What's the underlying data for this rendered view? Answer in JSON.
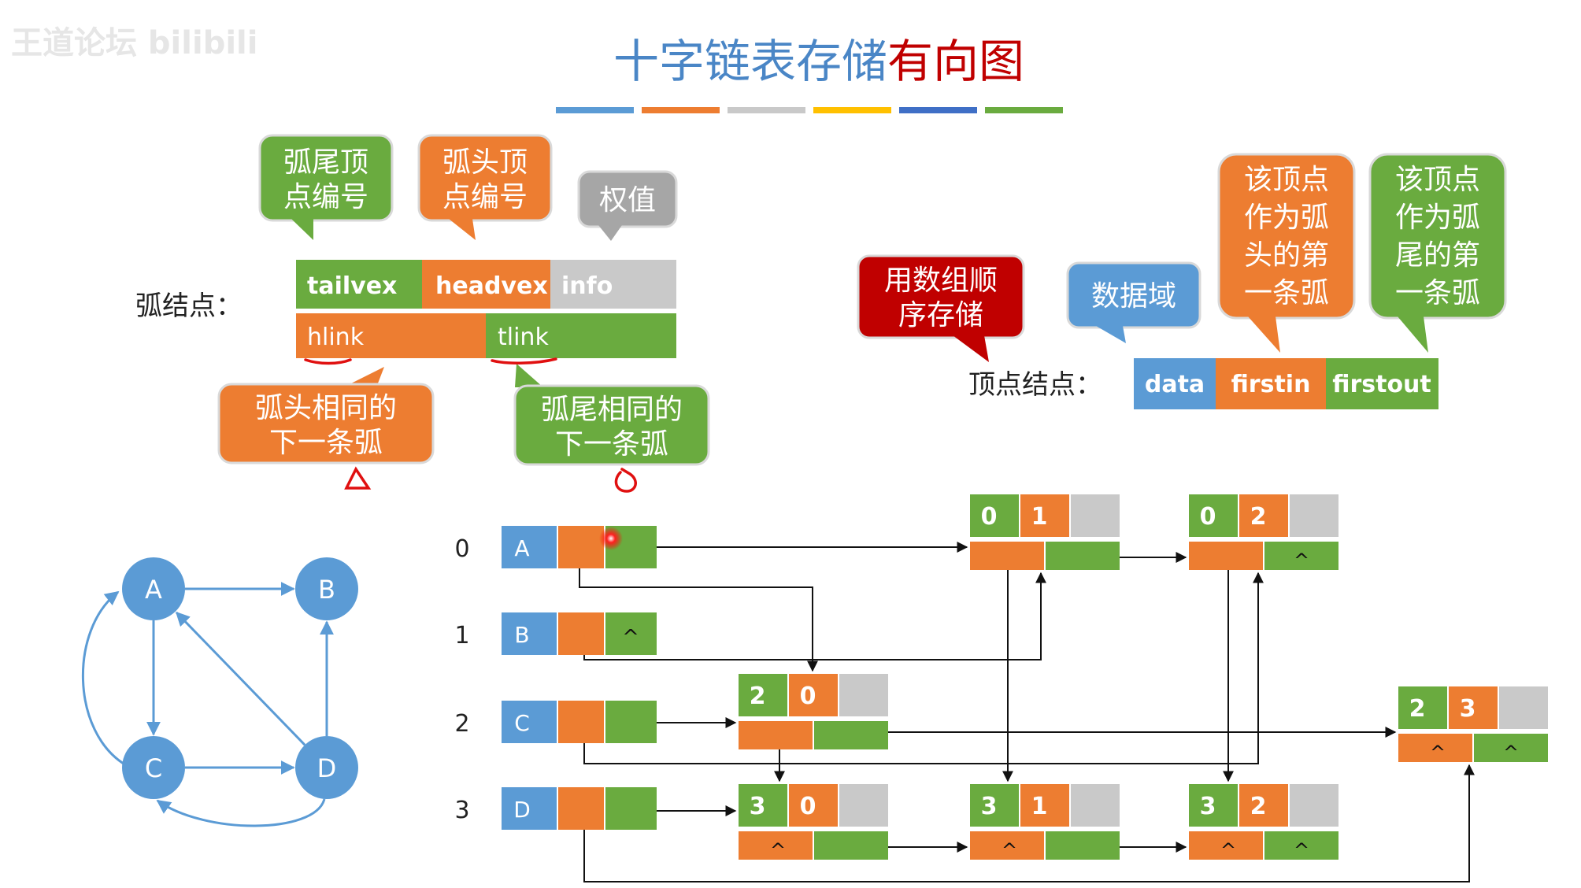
{
  "watermark": "王道论坛 bilibili",
  "title": {
    "part1": "十字链表存储",
    "part2": "有向图"
  },
  "palette": {
    "green": "#6aab3f",
    "orange": "#ed7d31",
    "gray": "#c9c9c9",
    "blue": "#5b9bd5",
    "darkblue": "#3f6fc6",
    "yellow": "#ffc000",
    "red": "#c00000",
    "titleBlue": "#4a86c6",
    "titleRed": "#c00000"
  },
  "arc_node": {
    "label": "弧结点：",
    "row1": [
      "tailvex",
      "headvex",
      "info"
    ],
    "row2": [
      "hlink",
      "tlink"
    ],
    "callouts": {
      "tail": [
        "弧尾顶",
        "点编号"
      ],
      "head": [
        "弧头顶",
        "点编号"
      ],
      "weight": "权值",
      "hlink": [
        "弧头相同的",
        "下一条弧"
      ],
      "tlink": [
        "弧尾相同的",
        "下一条弧"
      ]
    }
  },
  "vertex_node": {
    "label": "顶点结点：",
    "fields": [
      "data",
      "firstin",
      "firstout"
    ],
    "callouts": {
      "array": [
        "用数组顺",
        "序存储"
      ],
      "data": "数据域",
      "firstin": [
        "该顶点",
        "作为弧",
        "头的第",
        "一条弧"
      ],
      "firstout": [
        "该顶点",
        "作为弧",
        "尾的第",
        "一条弧"
      ]
    }
  },
  "graph": {
    "vertices": [
      "A",
      "B",
      "C",
      "D"
    ],
    "edges": [
      [
        "A",
        "B"
      ],
      [
        "A",
        "C"
      ],
      [
        "C",
        "A"
      ],
      [
        "C",
        "D"
      ],
      [
        "D",
        "A"
      ],
      [
        "D",
        "B"
      ],
      [
        "D",
        "C"
      ]
    ]
  },
  "vertex_table": {
    "indices": [
      "0",
      "1",
      "2",
      "3"
    ],
    "names": [
      "A",
      "B",
      "C",
      "D"
    ],
    "second_cell_null": [
      false,
      false,
      false,
      false
    ],
    "third_cell_null": [
      false,
      true,
      false,
      false
    ]
  },
  "arc_nodes": [
    {
      "tail": "0",
      "head": "1",
      "hlink_null": false,
      "tlink_null": false
    },
    {
      "tail": "0",
      "head": "2",
      "hlink_null": false,
      "tlink_null": true
    },
    {
      "tail": "2",
      "head": "0",
      "hlink_null": false,
      "tlink_null": false
    },
    {
      "tail": "2",
      "head": "3",
      "hlink_null": true,
      "tlink_null": true
    },
    {
      "tail": "3",
      "head": "0",
      "hlink_null": true,
      "tlink_null": false
    },
    {
      "tail": "3",
      "head": "1",
      "hlink_null": true,
      "tlink_null": false
    },
    {
      "tail": "3",
      "head": "2",
      "hlink_null": true,
      "tlink_null": true
    }
  ],
  "null_symbol": "^"
}
